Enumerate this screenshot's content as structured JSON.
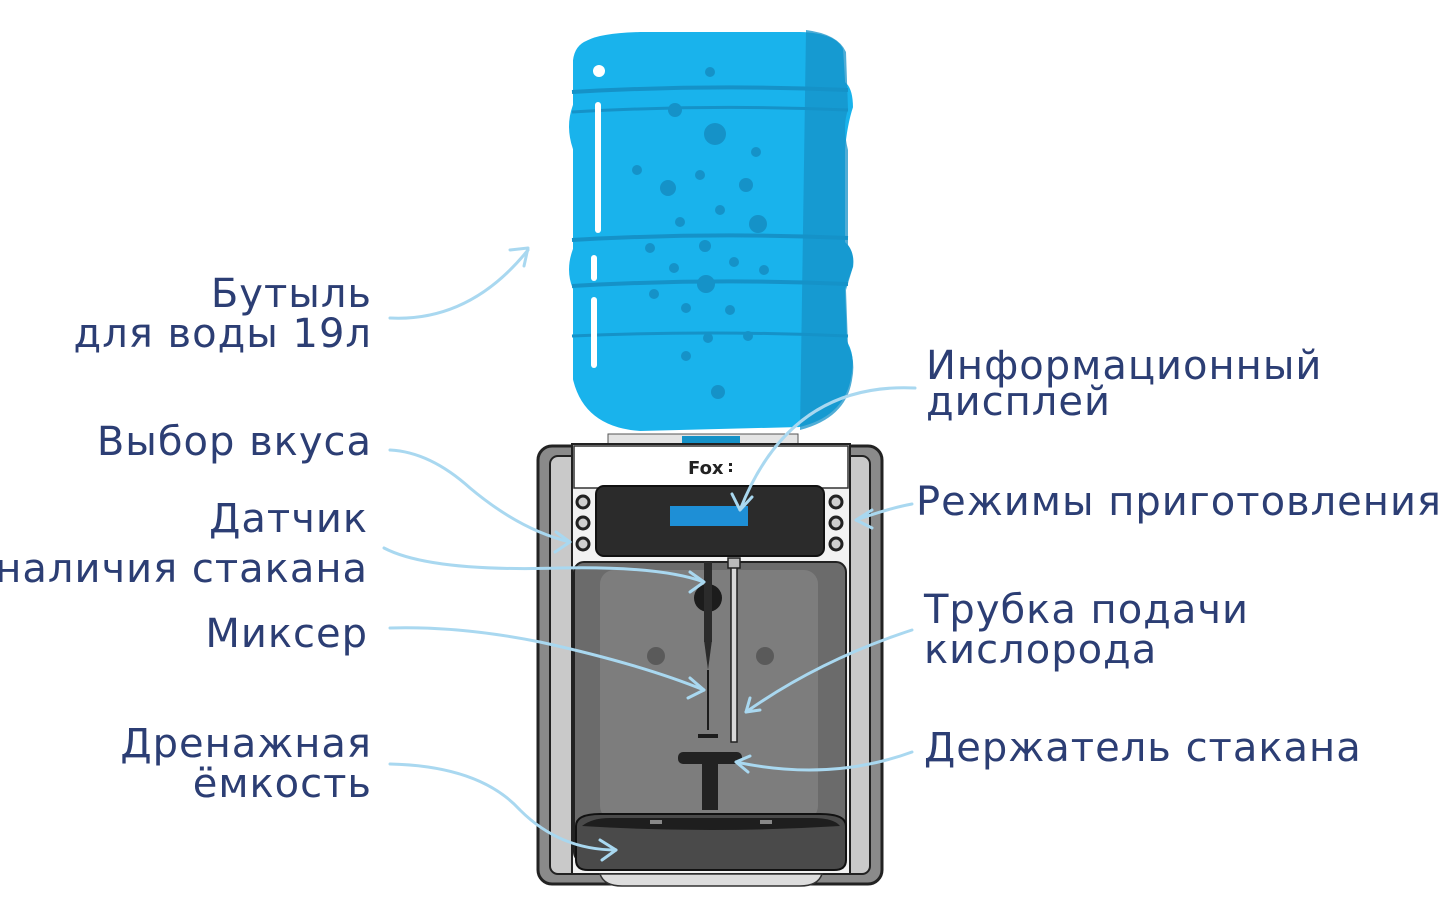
{
  "labels": {
    "bottle": [
      "Бутыль",
      "для воды 19л"
    ],
    "display": [
      "Информационный",
      "дисплей"
    ],
    "flavor": [
      "Выбор вкуса"
    ],
    "modes": [
      "Режимы приготовления"
    ],
    "sensor": [
      "Датчик",
      "наличия стакана"
    ],
    "mixer": [
      "Миксер"
    ],
    "oxygen": [
      "Трубка подачи",
      "кислорода"
    ],
    "drain": [
      "Дренажная",
      "ёмкость"
    ],
    "holder": [
      "Держатель стакана"
    ]
  },
  "brand": "Fox",
  "colors": {
    "label_text": "#2c3e74",
    "arrow": "#a9d8f0",
    "bottle": "#19b3ec",
    "bottle_dark": "#1592c8",
    "display_screen": "#1e8fd6",
    "body_gray": "#6b6b6b",
    "panel_dark": "#2b2b2b"
  }
}
